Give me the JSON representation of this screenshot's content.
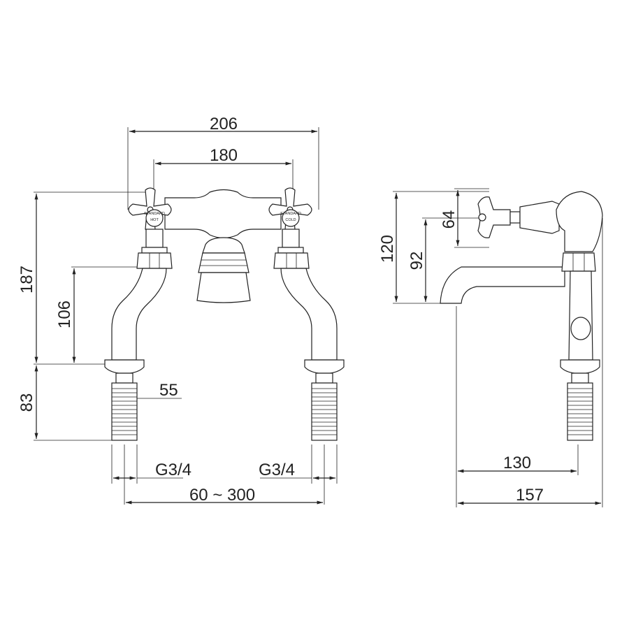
{
  "drawing": {
    "front_view": {
      "overall_width": "206",
      "handle_centres": "180",
      "overall_height": "187",
      "spout_to_deck": "106",
      "tail_length": "83",
      "tail_offset": "55",
      "thread_left": "G3/4",
      "thread_right": "G3/4",
      "centres_range": "60 ~ 300",
      "hot_label": "HOT",
      "cold_label": "COLD",
      "hot_small_top": "STANDARD",
      "cold_small_top": "STANDARD"
    },
    "side_view": {
      "spout_height": "120",
      "outlet_height": "92",
      "handle_height": "64",
      "spout_projection": "130",
      "overall_depth": "157"
    }
  }
}
